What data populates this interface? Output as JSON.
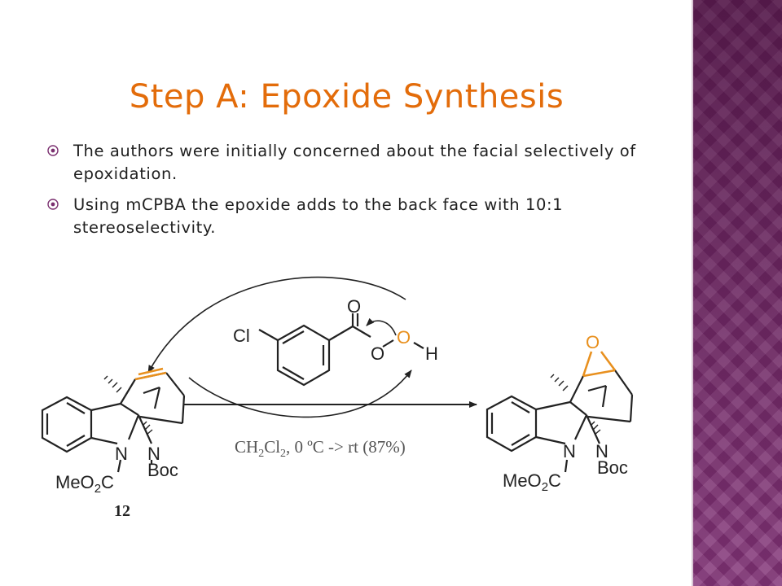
{
  "slide": {
    "title": "Step A: Epoxide Synthesis",
    "bullets": [
      "The authors were initially concerned about the facial selectively of epoxidation.",
      "Using mCPBA the epoxide adds to the back face with 10:1 stereoselectivity."
    ]
  },
  "scheme": {
    "reagent": {
      "cl": "Cl",
      "o_top": "O",
      "o_ester": "O",
      "o_peroxide": "O",
      "h": "H"
    },
    "start_material": {
      "n_left": "N",
      "n_right": "N",
      "boc": "Boc",
      "ester_meo": "MeO",
      "ester_sub": "2",
      "ester_c": "C",
      "compound_number": "12"
    },
    "conditions": {
      "ch": "CH",
      "sub1": "2",
      "cl": "Cl",
      "sub2": "2",
      "rest": ", 0 ºC -> rt (87%)"
    },
    "product": {
      "epoxide_o": "O",
      "n_left": "N",
      "n_right": "N",
      "boc": "Boc",
      "ester_meo": "MeO",
      "ester_sub": "2",
      "ester_c": "C"
    }
  },
  "colors": {
    "title": "#e36c0a",
    "accent_band": "#7a2f6f",
    "highlight": "#e8901e"
  },
  "icons": {
    "bullet": "circled-dot-icon"
  }
}
